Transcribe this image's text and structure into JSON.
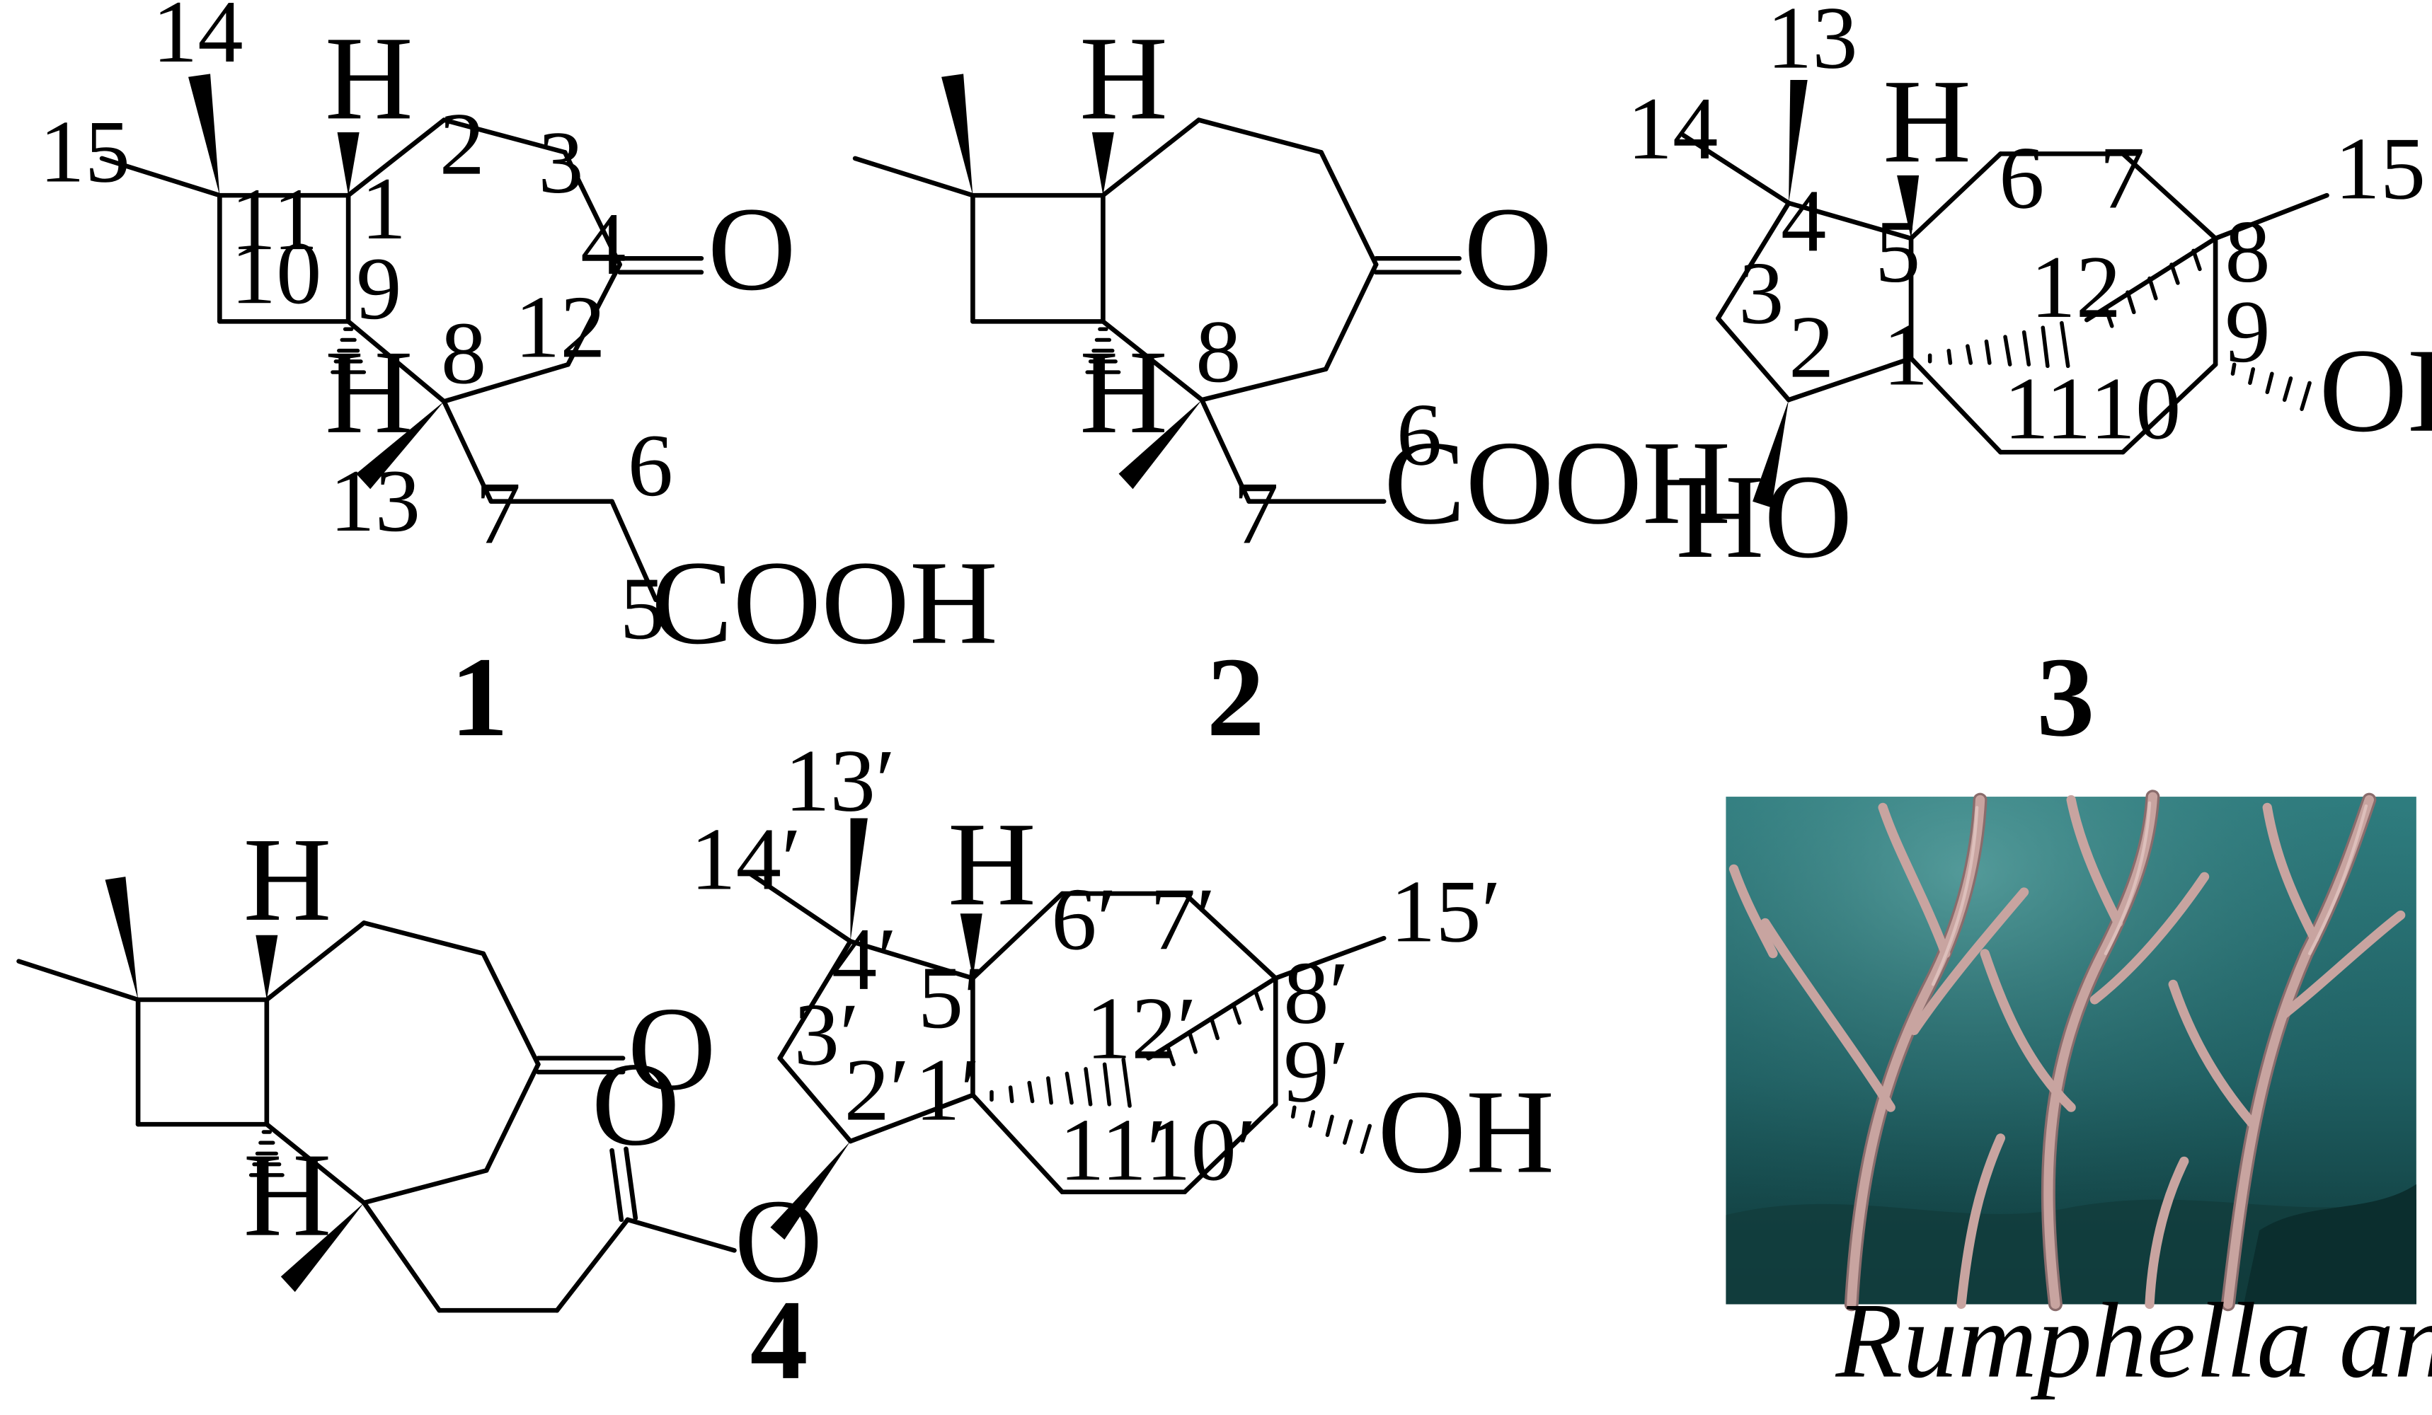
{
  "compounds": [
    {
      "number": "1",
      "locants": {
        "c1": "1",
        "c2": "2",
        "c3": "3",
        "c4": "4",
        "c5": "5",
        "c6": "6",
        "c7": "7",
        "c8": "8",
        "c9": "9",
        "c10": "10",
        "c11": "11",
        "c12": "12",
        "c13": "13",
        "c14": "14",
        "c15": "15"
      },
      "atoms": {
        "h_top": "H",
        "h_bottom": "H",
        "oxo": "O",
        "acid": "COOH"
      }
    },
    {
      "number": "2",
      "locants": {
        "c6": "6",
        "c7": "7",
        "c8": "8"
      },
      "atoms": {
        "h_top": "H",
        "h_bottom": "H",
        "oxo": "O",
        "acid": "COOH"
      }
    },
    {
      "number": "3",
      "locants": {
        "c1": "1",
        "c2": "2",
        "c3": "3",
        "c4": "4",
        "c5": "5",
        "c6": "6",
        "c7": "7",
        "c8": "8",
        "c9": "9",
        "c10": "10",
        "c11": "11",
        "c12": "12",
        "c13": "13",
        "c14": "14",
        "c15": "15"
      },
      "atoms": {
        "h_top": "H",
        "oh_right": "OH",
        "oh_left": "HO"
      }
    },
    {
      "number": "4",
      "locants": {
        "c1p": "1′",
        "c2p": "2′",
        "c3p": "3′",
        "c4p": "4′",
        "c5p": "5′",
        "c6p": "6′",
        "c7p": "7′",
        "c8p": "8′",
        "c9p": "9′",
        "c10p": "10′",
        "c11p": "11′",
        "c12p": "12′",
        "c13p": "13′",
        "c14p": "14′",
        "c15p": "15′"
      },
      "atoms": {
        "h_top_left": "H",
        "h_bottom_left": "H",
        "oxo": "O",
        "ester_carbonyl_o": "O",
        "ester_o": "O",
        "h_top_right": "H",
        "oh": "OH"
      }
    }
  ],
  "photo": {
    "caption": "Rumphella antipathes",
    "palette": {
      "water_dark": "#0e3b3a",
      "water_light": "#3f8a8a",
      "coral": "#c8a4a0",
      "coral_shadow": "#8a6c6c"
    }
  }
}
